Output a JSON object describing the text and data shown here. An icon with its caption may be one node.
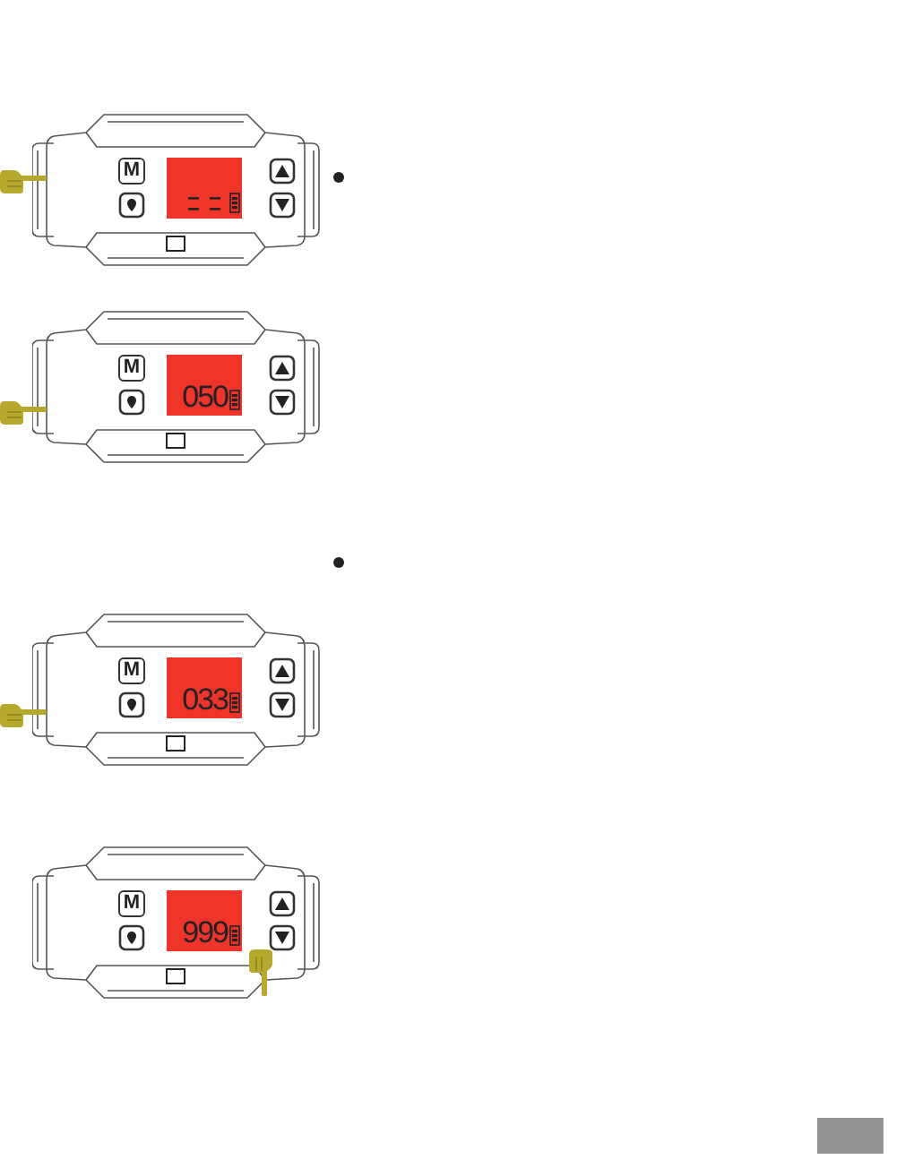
{
  "diagram": {
    "labels": [
      "M",
      "M",
      "050",
      "M",
      "033",
      "M",
      "999"
    ]
  }
}
